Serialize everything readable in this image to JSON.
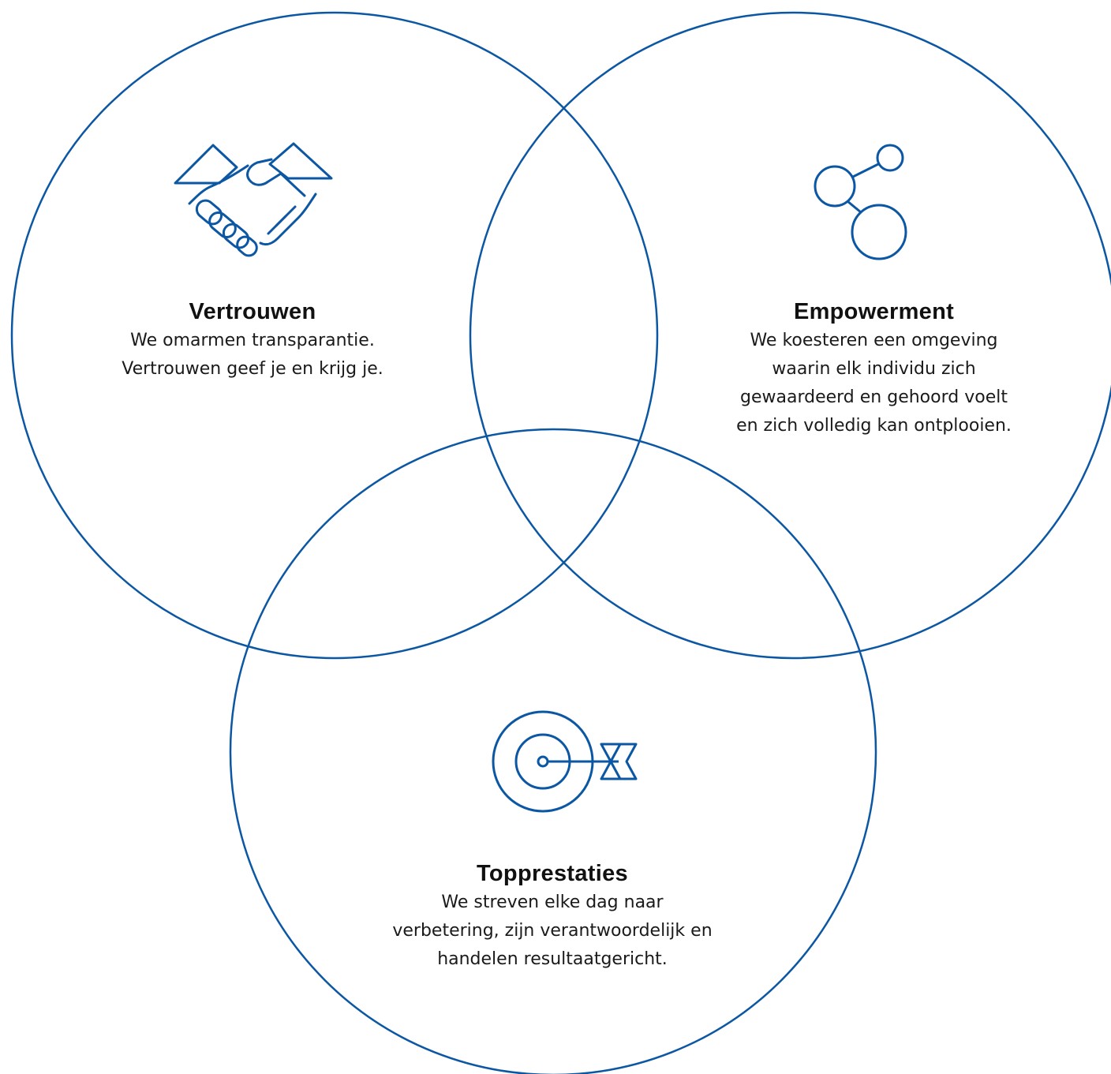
{
  "colors": {
    "stroke": "#0B57A4",
    "text": "#111111"
  },
  "values": [
    {
      "title": "Vertrouwen",
      "icon": "handshake-icon",
      "lines": [
        "We omarmen transparantie.",
        "Vertrouwen geef je en krijg je."
      ]
    },
    {
      "title": "Empowerment",
      "icon": "share-nodes-icon",
      "lines": [
        "We koesteren een omgeving",
        "waarin elk individu zich",
        "gewaardeerd en gehoord voelt",
        "en zich volledig kan ontplooien."
      ]
    },
    {
      "title": "Topprestaties",
      "icon": "target-arrow-icon",
      "lines": [
        "We streven elke dag naar",
        "verbetering, zijn verantwoordelijk en",
        "handelen resultaatgericht."
      ]
    }
  ]
}
